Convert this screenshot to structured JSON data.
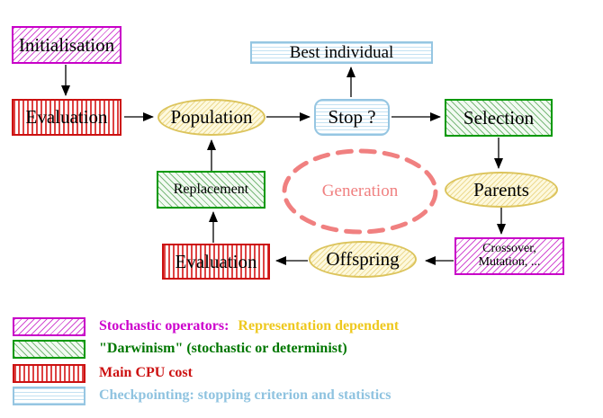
{
  "nodes": {
    "initialisation": "Initialisation",
    "evaluation_top": "Evaluation",
    "population": "Population",
    "best_individual": "Best individual",
    "stop": "Stop ?",
    "selection": "Selection",
    "replacement": "Replacement",
    "parents": "Parents",
    "generation": "Generation",
    "evaluation_bottom": "Evaluation",
    "offspring": "Offspring",
    "crossover_line1": "Crossover,",
    "crossover_line2": "Mutation, ..."
  },
  "legend": {
    "stochastic_label": "Stochastic operators:",
    "stochastic_extra": "Representation dependent",
    "darwinism_label": "\"Darwinism\" (stochastic or determinist)",
    "cpu_label": "Main CPU cost",
    "checkpoint_label": "Checkpointing: stopping criterion and statistics"
  },
  "colors": {
    "magenta": "#cc00cc",
    "red": "#cc1111",
    "green_border": "#009900",
    "green_text": "#007700",
    "yellow_border": "#dcc45c",
    "gold_text": "#eec81e",
    "cyan_border": "#96c6e2",
    "cyan_text": "#8fc3e0",
    "salmon": "#f08080",
    "arrow": "#000000"
  }
}
